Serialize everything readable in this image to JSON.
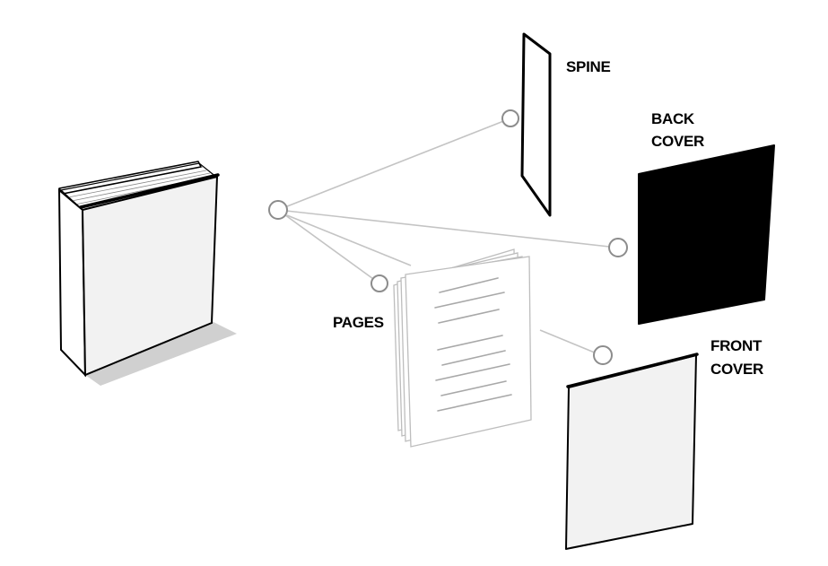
{
  "labels": {
    "spine": "SPINE",
    "back_cover_line1": "BACK",
    "back_cover_line2": "COVER",
    "pages": "PAGES",
    "front_cover_line1": "FRONT",
    "front_cover_line2": "COVER"
  },
  "colors": {
    "ink": "#000000",
    "paper": "#f2f2f2",
    "shadow": "#d0d0d0",
    "connector": "#c4c4c4",
    "node_stroke": "#8c8c8c",
    "pages_stroke": "#bdbdbd"
  }
}
